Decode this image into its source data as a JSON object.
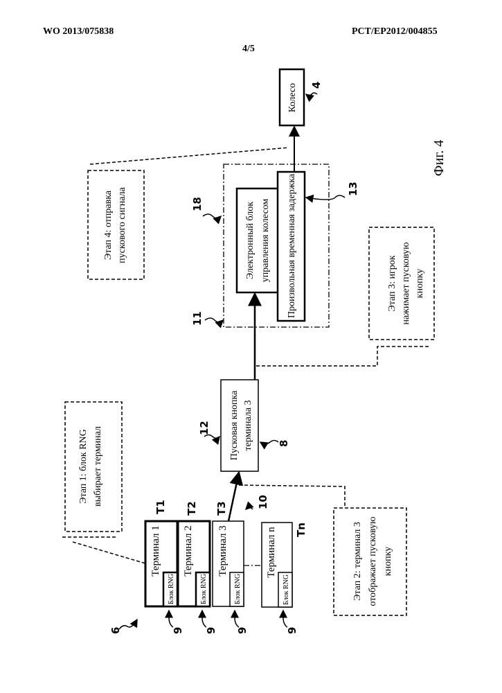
{
  "header": {
    "pub_number": "WO 2013/075838",
    "app_number": "PCT/EP2012/004855",
    "sheet": "4/5"
  },
  "figure": {
    "caption": "Фиг. 4"
  },
  "blocks": {
    "wheel": "Колесо",
    "control_line1": "Электронный блок",
    "control_line2": "управления колесом",
    "delay": "Произвольная временная задержка",
    "button_line1": "Пусковая кнопка",
    "button_line2": "терминала 3",
    "terminals": [
      {
        "name": "Терминал 1",
        "rng": "Блок RNG",
        "ref": "T1"
      },
      {
        "name": "Терминал 2",
        "rng": "Блок RNG",
        "ref": "T2"
      },
      {
        "name": "Терминал 3",
        "rng": "Блок RNG",
        "ref": "T3"
      },
      {
        "name": "Терминал n",
        "rng": "Блок RNG",
        "ref": "Tn"
      }
    ]
  },
  "steps": {
    "s1_line1": "Этап 1: блок RNG",
    "s1_line2": "выбирает терминал",
    "s2_line1": "Этап 2: терминал 3",
    "s2_line2": "отображает пусковую",
    "s2_line3": "кнопку",
    "s3_line1": "Этап 3: игрок",
    "s3_line2": "нажимает пусковую",
    "s3_line3": "кнопку",
    "s4_line1": "Этап 4: отправка",
    "s4_line2": "пускового сигнала"
  },
  "refs": {
    "r4": "4",
    "r18": "18",
    "r13": "13",
    "r11": "11",
    "r12": "12",
    "r8": "8",
    "r10": "10",
    "r6": "6",
    "r9": "9"
  }
}
